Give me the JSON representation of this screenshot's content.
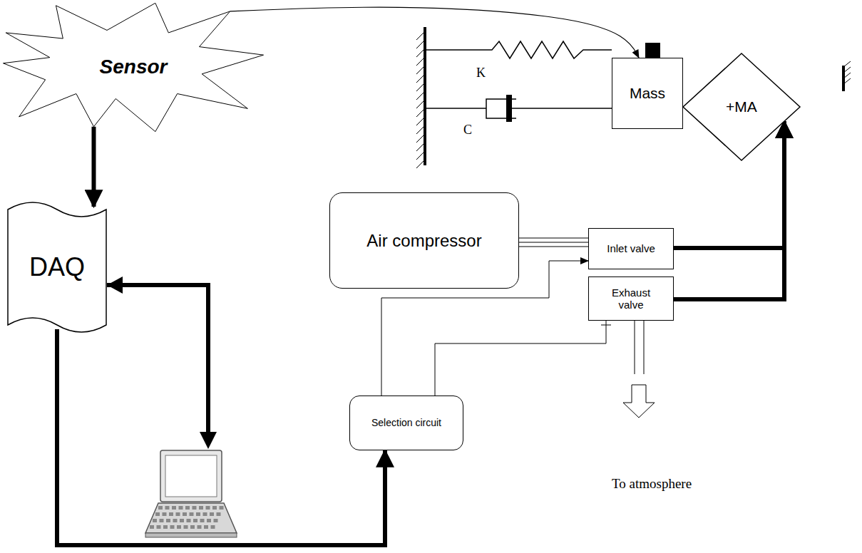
{
  "diagram": {
    "nodes": [
      {
        "text": [
          "Sensor"
        ]
      },
      {
        "text": [
          "Mass"
        ]
      },
      {
        "text": [
          "+MA"
        ]
      },
      {
        "text": [
          "DAQ"
        ]
      },
      {
        "text": [
          "Air compressor"
        ]
      },
      {
        "text": [
          "Inlet valve"
        ]
      },
      {
        "text": [
          "Exhaust valve"
        ]
      },
      {
        "text": [
          "Selection circuit"
        ]
      }
    ],
    "edges": [
      {
        "from": 0,
        "to": 3,
        "arrow": "to"
      },
      {
        "from": 0,
        "to": 1,
        "arrow": "to"
      },
      {
        "from": 3,
        "to": 7,
        "arrow": "to"
      },
      {
        "from": 4,
        "to": 5,
        "arrow": "none"
      },
      {
        "from": 7,
        "to": 5,
        "arrow": "to"
      },
      {
        "from": 7,
        "to": 6,
        "arrow": "none"
      },
      {
        "from": 5,
        "to": 2,
        "arrow": "to"
      },
      {
        "from": 6,
        "to": 2,
        "arrow": "to"
      }
    ],
    "labels": [
      "K",
      "C",
      "To atmosphere"
    ]
  }
}
